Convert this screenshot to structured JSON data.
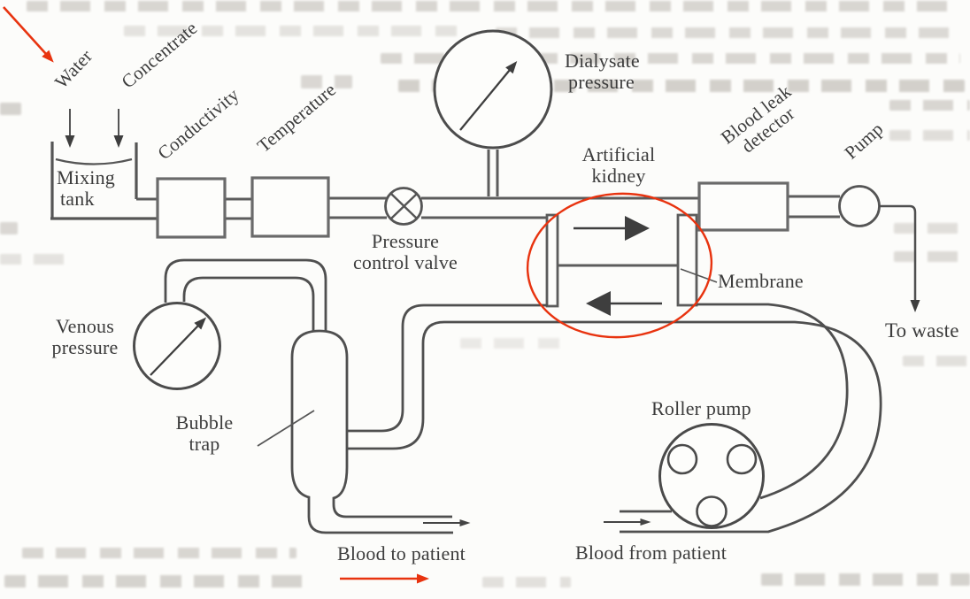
{
  "figure": {
    "kind": "diagram",
    "description": "Scanned textbook schematic of a hemodialysis (artificial kidney) machine with red reviewer annotations"
  },
  "labels": {
    "water": "Water",
    "concentrate": "Concentrate",
    "mixing_tank": {
      "line1": "Mixing",
      "line2": "tank"
    },
    "conductivity": "Conductivity",
    "temperature": "Temperature",
    "pressure_control_valve": {
      "line1": "Pressure",
      "line2": "control valve"
    },
    "dialysate_pressure": {
      "line1": "Dialysate",
      "line2": "pressure"
    },
    "artificial_kidney": {
      "line1": "Artificial",
      "line2": "kidney"
    },
    "blood_leak_detector": {
      "line1": "Blood leak",
      "line2": "detector"
    },
    "pump": "Pump",
    "to_waste": "To waste",
    "membrane": "Membrane",
    "venous_pressure": {
      "line1": "Venous",
      "line2": "pressure"
    },
    "bubble_trap": {
      "line1": "Bubble",
      "line2": "trap"
    },
    "blood_to_patient": "Blood to patient",
    "roller_pump": "Roller pump",
    "blood_from_patient": "Blood from patient"
  },
  "flow_markers": {
    "water_inlet": "down-arrow",
    "concentrate_inlet": "down-arrow",
    "kidney_dialysate_flow": "right-arrow",
    "kidney_blood_flow": "left-arrow",
    "to_waste": "down-arrow",
    "blood_to_patient": "right-arrow",
    "blood_from_patient": "right-arrow"
  },
  "annotations": {
    "color": "#e8330f",
    "items": [
      {
        "shape": "arrow",
        "target": "water inlet"
      },
      {
        "shape": "ellipse",
        "target": "artificial kidney"
      },
      {
        "shape": "arrow",
        "target": "blood to patient"
      }
    ]
  },
  "colors": {
    "ink": "#4f4f4f",
    "text": "#3c3c3c",
    "paper": "#fcfcfa",
    "annotation_red": "#e8330f"
  }
}
